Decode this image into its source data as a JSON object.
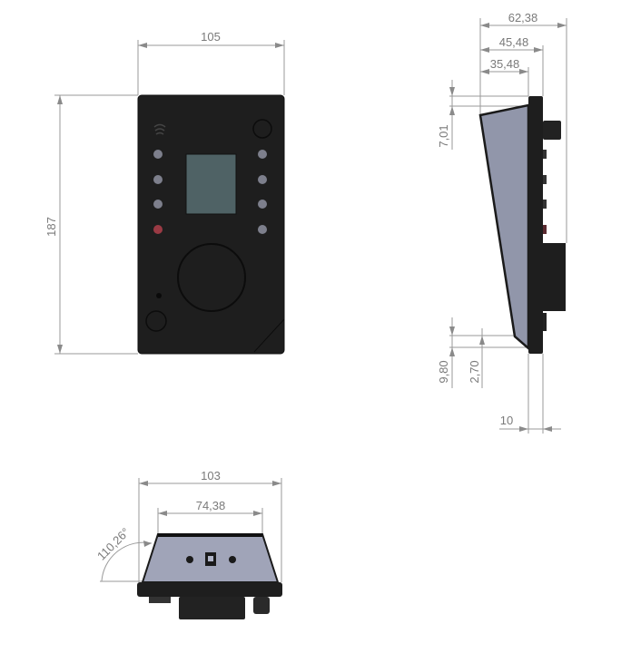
{
  "front_view": {
    "width_dim": "105",
    "height_dim": "187",
    "colors": {
      "body": "#1e1e1e",
      "screen": "#4f6265",
      "button": "#7d7f8c",
      "button_active": "#9a3a44"
    }
  },
  "side_view": {
    "dims": {
      "total_depth": "62,38",
      "depth_mid": "45,48",
      "depth_inner": "35,48",
      "top_offset": "7,01",
      "bottom_offset": "9,80",
      "bottom_inner": "2,70",
      "plate_thickness": "10"
    },
    "colors": {
      "housing": "#9196aa"
    }
  },
  "bottom_view": {
    "width_dim": "103",
    "top_width_dim": "74,38",
    "angle_dim": "110,26°",
    "colors": {
      "housing": "#a0a4b8"
    }
  }
}
